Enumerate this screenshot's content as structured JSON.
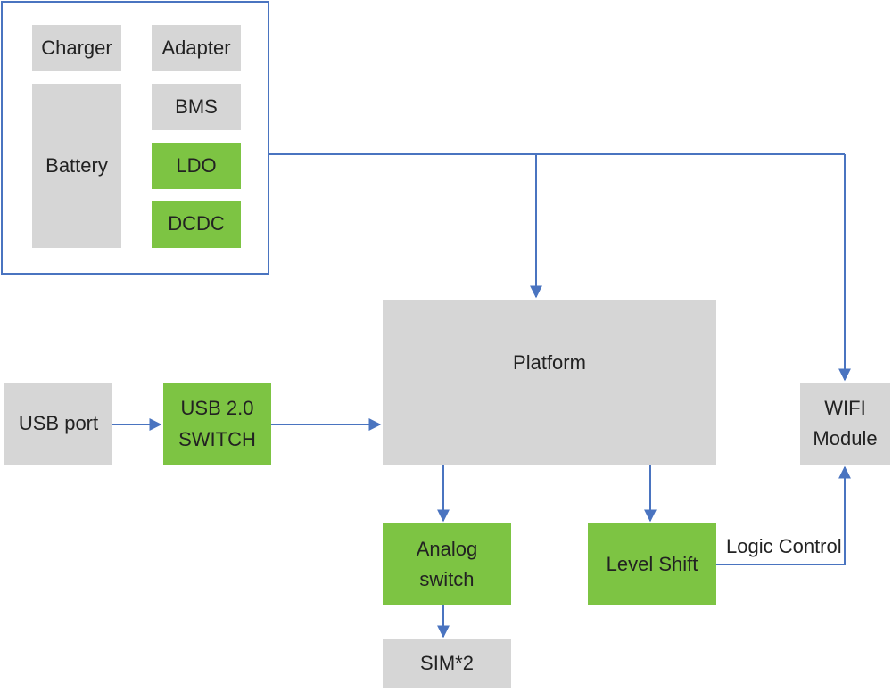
{
  "blocks": {
    "charger": "Charger",
    "adapter": "Adapter",
    "battery": "Battery",
    "bms": "BMS",
    "ldo": "LDO",
    "dcdc": "DCDC",
    "platform": "Platform",
    "usb_port": "USB port",
    "usb_switch": "USB 2.0\nSWITCH",
    "wifi_module": "WIFI\nModule",
    "analog_switch": "Analog\nswitch",
    "level_shift": "Level Shift",
    "sim": "SIM*2"
  },
  "edge_labels": {
    "logic_control": "Logic Control"
  },
  "colors": {
    "grey_block": "#d6d6d6",
    "green_block": "#7dc443",
    "line": "#4a74c0"
  }
}
